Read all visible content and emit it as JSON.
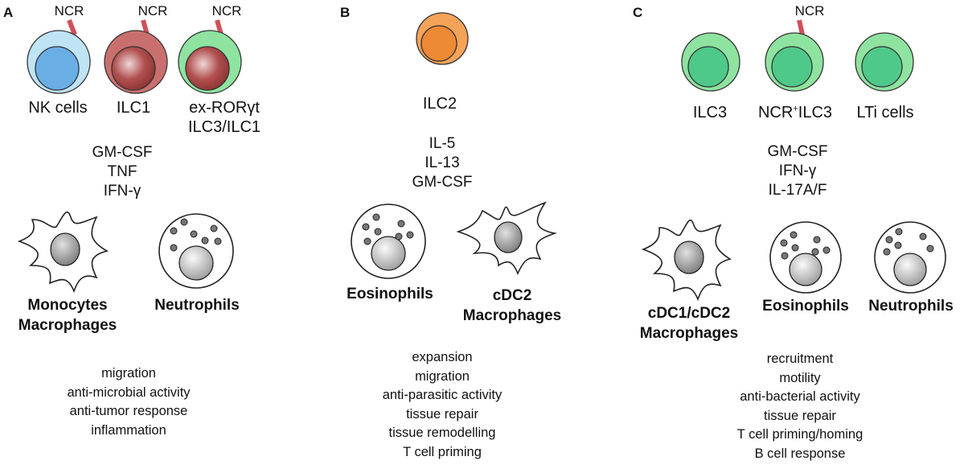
{
  "colors": {
    "nk_outer": "#bfe4f5",
    "nk_nucleus": "#6aaee6",
    "ilc1_outer": "#c9706f",
    "ilc1_nucleus": "#9c3d3c",
    "green_outer": "#8fe3a0",
    "green_nucleus": "#4fc98a",
    "ilc2_outer": "#f6a35a",
    "ilc2_nucleus": "#ee8a35",
    "ncr_receptor": "#d1505a"
  },
  "panel_a": {
    "label": "A",
    "ncr_label": "NCR",
    "cells": [
      {
        "name": "NK cells"
      },
      {
        "name": "ILC1"
      },
      {
        "name_line1": "ex-RORγt",
        "name_line2": "ILC3/ILC1"
      }
    ],
    "cytokines": [
      "GM-CSF",
      "TNF",
      "IFN-γ"
    ],
    "targets": [
      {
        "line1": "Monocytes",
        "line2": "Macrophages"
      },
      {
        "line1": "Neutrophils"
      }
    ],
    "functions": [
      "migration",
      "anti-microbial activity",
      "anti-tumor response",
      "inflammation"
    ]
  },
  "panel_b": {
    "label": "B",
    "cell": {
      "name": "ILC2"
    },
    "cytokines": [
      "IL-5",
      "IL-13",
      "GM-CSF"
    ],
    "targets": [
      {
        "line1": "Eosinophils"
      },
      {
        "line1": "cDC2",
        "line2": "Macrophages"
      }
    ],
    "functions": [
      "expansion",
      "migration",
      "anti-parasitic activity",
      "tissue repair",
      "tissue remodelling",
      "T cell priming"
    ]
  },
  "panel_c": {
    "label": "C",
    "ncr_label": "NCR",
    "cells": [
      {
        "name": "ILC3"
      },
      {
        "name_pre": "NCR",
        "name_sup": "+",
        "name_post": "ILC3"
      },
      {
        "name": "LTi cells"
      }
    ],
    "cytokines": [
      "GM-CSF",
      "IFN-γ",
      "IL-17A/F"
    ],
    "targets": [
      {
        "line1": "cDC1/cDC2",
        "line2": "Macrophages"
      },
      {
        "line1": "Eosinophils"
      },
      {
        "line1": "Neutrophils"
      }
    ],
    "functions": [
      "recruitment",
      "motility",
      "anti-bacterial activity",
      "tissue repair",
      "T cell priming/homing",
      "B cell response"
    ]
  }
}
